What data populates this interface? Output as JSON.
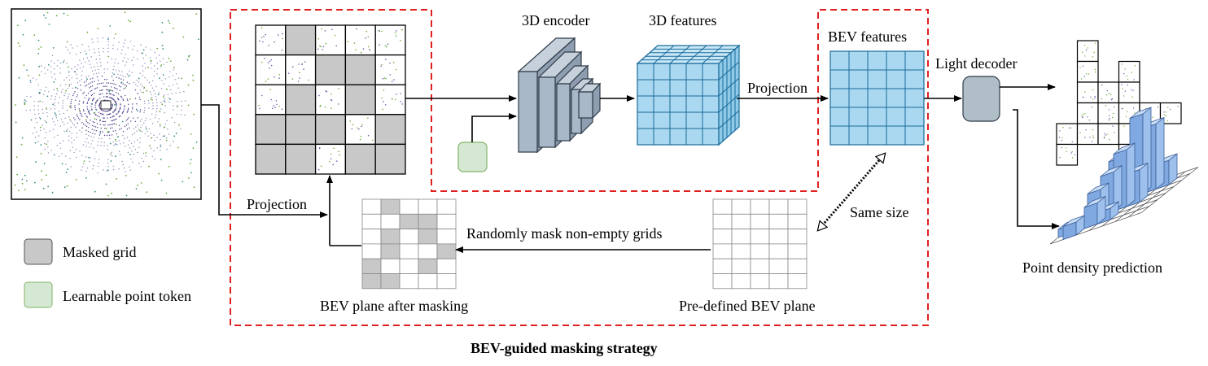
{
  "labels": {
    "encoder": "3D encoder",
    "features3d": "3D features",
    "bev_features": "BEV features",
    "light_decoder": "Light decoder",
    "projection_top": "Projection",
    "projection_left": "Projection",
    "same_size": "Same size",
    "random_mask": "Randomly mask non-empty grids",
    "bev_after_mask": "BEV plane after masking",
    "predefined_bev": "Pre-defined BEV plane",
    "density_pred": "Point density prediction",
    "caption": "BEV-guided masking strategy"
  },
  "legend": [
    {
      "label": "Masked grid",
      "color": "#c8c8c8",
      "border": "#555555"
    },
    {
      "label": "Learnable point token",
      "color": "#d5e8d4",
      "border": "#82b366"
    }
  ],
  "colors": {
    "dashed_box": "#e02020",
    "encoder_fill": "#a9b8c8",
    "feature_blue": "#a9d8f0",
    "grid_line": "#1a6a9a",
    "decoder_fill": "#b0bec8"
  },
  "masked_grid": {
    "rows": 5,
    "cols": 5,
    "masked": [
      [
        0,
        1
      ],
      [
        1,
        2
      ],
      [
        1,
        3
      ],
      [
        2,
        1
      ],
      [
        2,
        3
      ],
      [
        3,
        0
      ],
      [
        3,
        1
      ],
      [
        3,
        2
      ],
      [
        3,
        4
      ],
      [
        4,
        0
      ],
      [
        4,
        1
      ],
      [
        4,
        3
      ],
      [
        4,
        4
      ]
    ]
  },
  "small_masked_grid": {
    "rows": 6,
    "cols": 5,
    "masked": [
      [
        0,
        1
      ],
      [
        1,
        2
      ],
      [
        1,
        3
      ],
      [
        2,
        1
      ],
      [
        2,
        3
      ],
      [
        3,
        1
      ],
      [
        3,
        4
      ],
      [
        4,
        0
      ],
      [
        4,
        3
      ],
      [
        5,
        0
      ],
      [
        5,
        1
      ]
    ]
  }
}
